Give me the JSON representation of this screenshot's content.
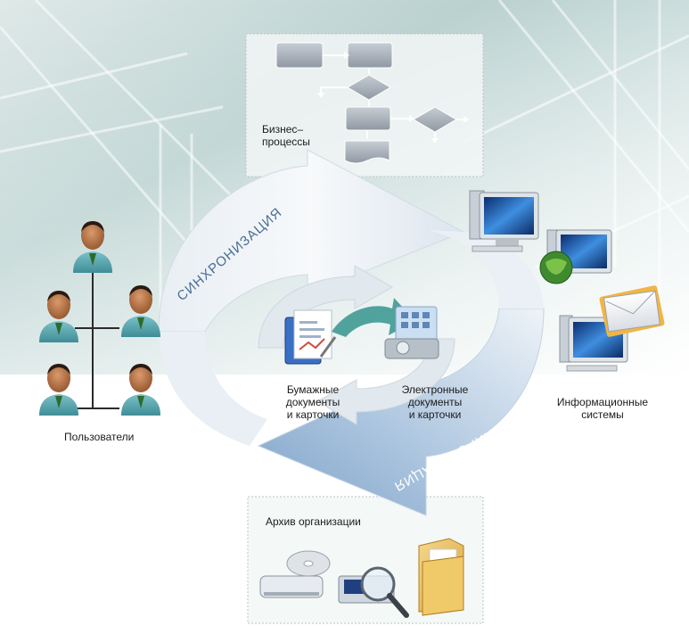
{
  "labels": {
    "business_processes_line1": "Бизнес–",
    "business_processes_line2": "процессы",
    "sync_top": "СИНХРОНИЗАЦИЯ",
    "sync_bottom": "СИНХРОНИЗАЦИЯ",
    "users": "Пользователи",
    "paper_docs_line1": "Бумажные",
    "paper_docs_line2": "документы",
    "paper_docs_line3": "и карточки",
    "electronic_docs_line1": "Электронные",
    "electronic_docs_line2": "документы",
    "electronic_docs_line3": "и карточки",
    "info_systems_line1": "Информационные",
    "info_systems_line2": "системы",
    "archive": "Архив организации"
  },
  "colors": {
    "sync_text": "#4a6d97",
    "arrow_dark": "#8fb0d2",
    "arrow_light": "#f4f6f8",
    "teal_arrow": "#3f9a93",
    "panel_border": "#b9c6c4"
  }
}
